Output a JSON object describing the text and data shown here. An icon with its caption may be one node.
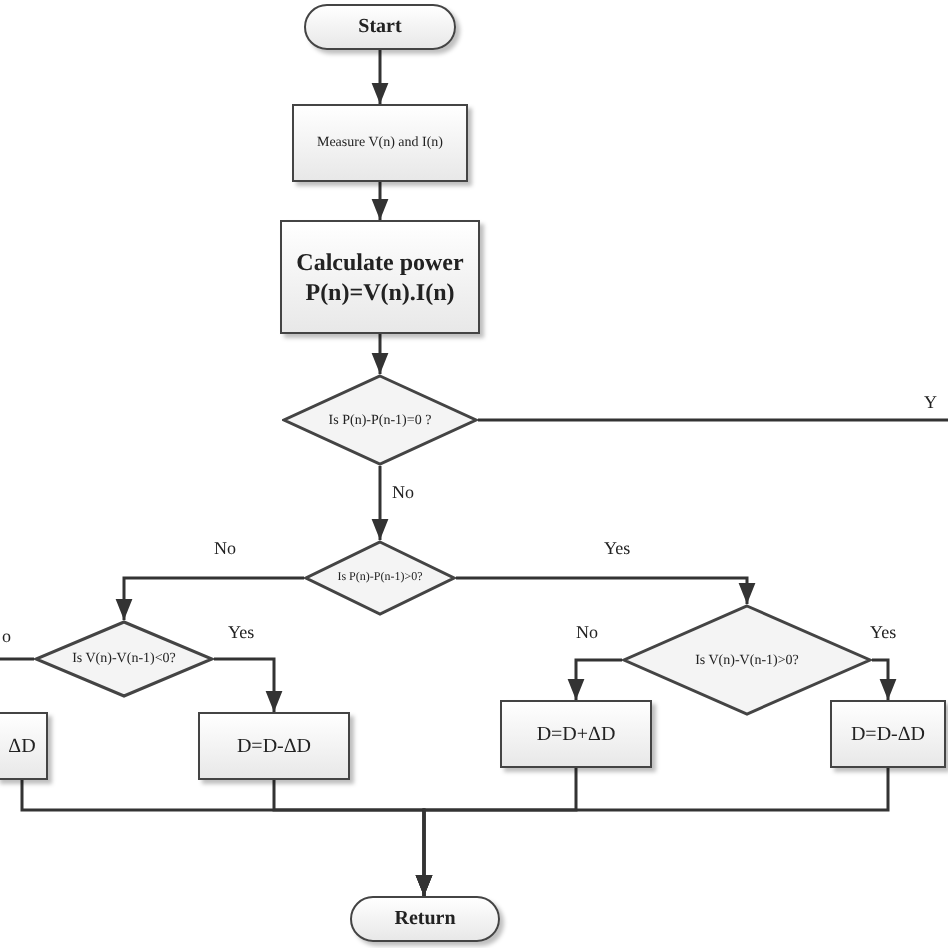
{
  "diagram": {
    "nodes": [
      {
        "text": [
          "Start"
        ]
      },
      {
        "text": [
          "Measure V(n) and I(n)"
        ]
      },
      {
        "text": [
          "Calculate power P(n)=V(n).I(n)"
        ]
      },
      {
        "text": [
          "Is P(n)-P(n-1)=0 ?"
        ]
      },
      {
        "text": [
          "Is P(n)-P(n-1)>0?"
        ]
      },
      {
        "text": [
          "Is V(n)-V(n-1)<0?"
        ]
      },
      {
        "text": [
          "Is V(n)-V(n-1)>0?"
        ]
      },
      {
        "text": [
          "ΔD"
        ]
      },
      {
        "text": [
          "D=D-ΔD"
        ]
      },
      {
        "text": [
          "D=D+ΔD"
        ]
      },
      {
        "text": [
          "D=D-ΔD"
        ]
      },
      {
        "text": [
          "Return"
        ]
      }
    ],
    "edges": [
      {
        "from": 0,
        "to": 1,
        "arrow": "to"
      },
      {
        "from": 1,
        "to": 2,
        "arrow": "to"
      },
      {
        "from": 2,
        "to": 3,
        "arrow": "to"
      },
      {
        "from": 3,
        "to": 4,
        "label": "No",
        "arrow": "to"
      },
      {
        "from": 3,
        "to": null,
        "label": "Y",
        "arrow": "none"
      },
      {
        "from": 4,
        "to": 5,
        "label": "No",
        "arrow": "to"
      },
      {
        "from": 4,
        "to": 6,
        "label": "Yes",
        "arrow": "to"
      },
      {
        "from": 5,
        "to": null,
        "label": "o",
        "arrow": "none"
      },
      {
        "from": 5,
        "to": 8,
        "label": "Yes",
        "arrow": "to"
      },
      {
        "from": 6,
        "to": 9,
        "label": "No",
        "arrow": "to"
      },
      {
        "from": 6,
        "to": 10,
        "label": "Yes",
        "arrow": "to"
      },
      {
        "from": 7,
        "to": 11,
        "arrow": "to"
      },
      {
        "from": 8,
        "to": 11,
        "arrow": "to"
      },
      {
        "from": 9,
        "to": 11,
        "arrow": "to"
      },
      {
        "from": 10,
        "to": 11,
        "arrow": "to"
      }
    ]
  }
}
